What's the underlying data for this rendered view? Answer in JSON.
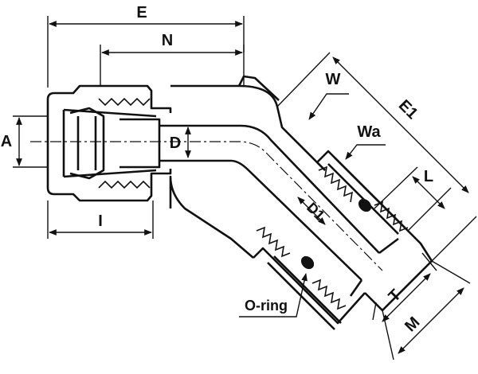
{
  "diagram": {
    "labels": {
      "E": "E",
      "N": "N",
      "A": "A",
      "D": "D",
      "I": "I",
      "W": "W",
      "Wa": "Wa",
      "E1": "E1",
      "L": "L",
      "D1": "D1",
      "T": "T",
      "M": "M",
      "O_ring": "O-ring"
    },
    "colors": {
      "ink": "#111111",
      "paper": "#ffffff"
    }
  }
}
